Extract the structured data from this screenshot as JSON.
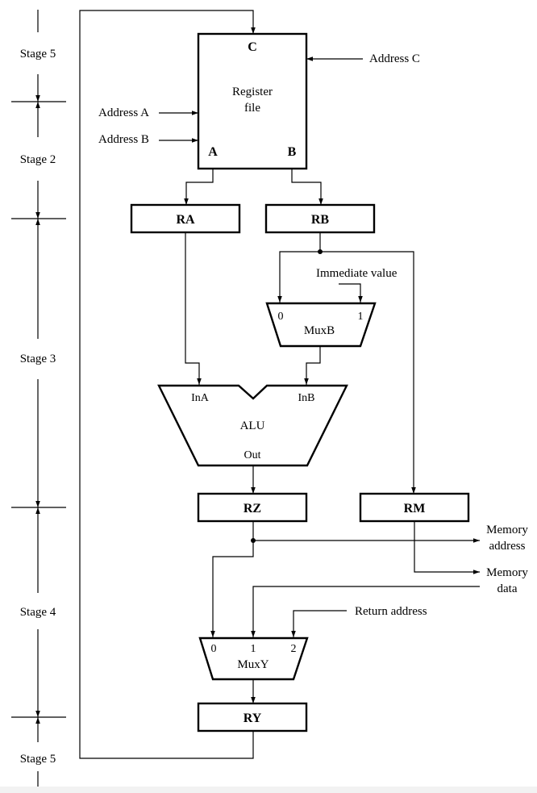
{
  "stages": {
    "s1": "Stage 5",
    "s2": "Stage 2",
    "s3": "Stage 3",
    "s4": "Stage 4",
    "s5": "Stage 5"
  },
  "register_file": {
    "port_c": "C",
    "title_line1": "Register",
    "title_line2": "file",
    "port_a": "A",
    "port_b": "B"
  },
  "inputs": {
    "address_a": "Address A",
    "address_b": "Address B",
    "address_c": "Address C",
    "immediate": "Immediate value",
    "return_address": "Return address"
  },
  "registers": {
    "ra": "RA",
    "rb": "RB",
    "rz": "RZ",
    "rm": "RM",
    "ry": "RY"
  },
  "muxb": {
    "name": "MuxB",
    "in0": "0",
    "in1": "1"
  },
  "alu": {
    "name": "ALU",
    "ina": "InA",
    "inb": "InB",
    "out": "Out"
  },
  "muxy": {
    "name": "MuxY",
    "in0": "0",
    "in1": "1",
    "in2": "2"
  },
  "outputs": {
    "mem_address_l1": "Memory",
    "mem_address_l2": "address",
    "mem_data_l1": "Memory",
    "mem_data_l2": "data"
  }
}
